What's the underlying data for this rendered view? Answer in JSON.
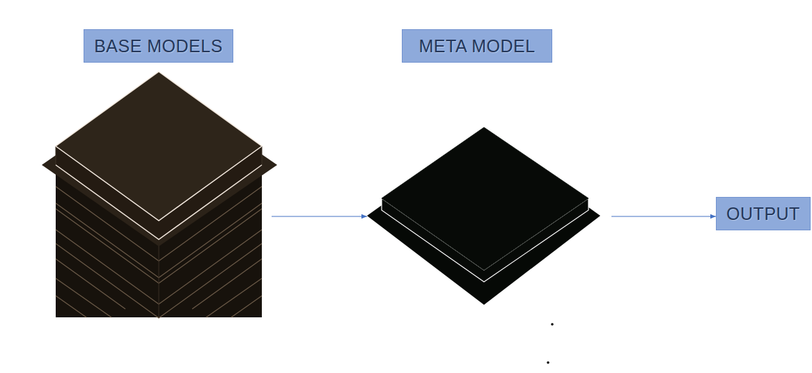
{
  "diagram": {
    "nodes": [
      {
        "text": [
          "BASE MODELS"
        ]
      },
      {
        "text": [
          "META MODEL"
        ]
      },
      {
        "text": [
          "OUTPUT"
        ]
      }
    ],
    "edges": [
      {
        "from": 0,
        "to": 1,
        "arrow": "to"
      },
      {
        "from": 1,
        "to": 2,
        "arrow": "to"
      }
    ]
  }
}
